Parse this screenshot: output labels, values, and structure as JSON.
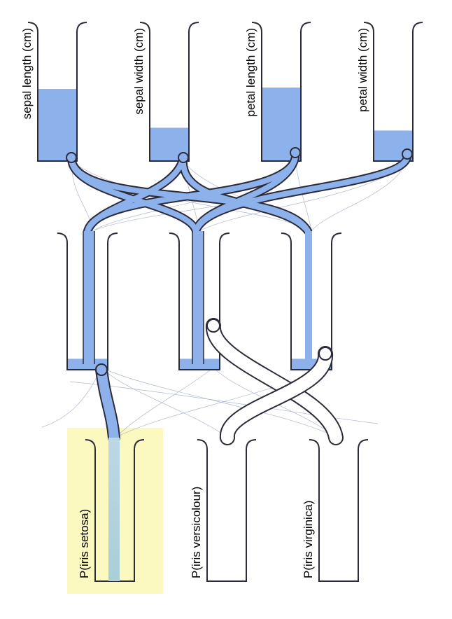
{
  "inputs": [
    {
      "label": "sepal length (cm)",
      "level": 0.52
    },
    {
      "label": "sepal width (cm)",
      "level": 0.24
    },
    {
      "label": "petal length (cm)",
      "level": 0.53
    },
    {
      "label": "petal width (cm)",
      "level": 0.22
    }
  ],
  "hidden": [
    {
      "level": 0.08
    },
    {
      "level": 0.08
    },
    {
      "level": 0.08
    }
  ],
  "outputs": [
    {
      "label": "P(iris setosa)",
      "highlighted": true,
      "level": 1.0
    },
    {
      "label": "P(iris versicolour)",
      "highlighted": false,
      "level": 0.0
    },
    {
      "label": "P(iris virginica)",
      "highlighted": false,
      "level": 0.0
    }
  ],
  "colors": {
    "fill": "#8db1ea",
    "stroke": "#2b2b3a",
    "highlight": "#fbf8c0",
    "faint_link": "#9aa6c4"
  }
}
